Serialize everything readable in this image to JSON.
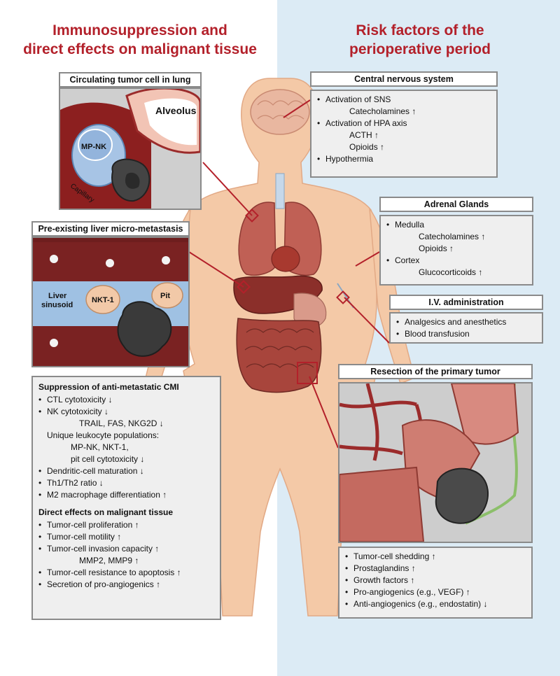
{
  "left_heading": [
    "Immunosuppression and",
    "direct effects on malignant tissue"
  ],
  "right_heading": [
    "Risk factors of the",
    "perioperative period"
  ],
  "lung_panel": {
    "title": "Circulating tumor cell in lung",
    "labels": {
      "alveolus": "Alveolus",
      "mpnk": "MP-NK",
      "capillary": "Capillary"
    }
  },
  "liver_panel": {
    "title": "Pre-existing liver micro-metastasis",
    "labels": {
      "sinusoid_1": "Liver",
      "sinusoid_2": "sinusoid",
      "nkt": "NKT-1",
      "pit": "Pit"
    }
  },
  "cmi_box": {
    "section1": "Suppression of anti-metastatic CMI",
    "items1": [
      {
        "t": "CTL cytotoxicity ↓",
        "lvl": "b"
      },
      {
        "t": "NK cytotoxicity ↓",
        "lvl": "b"
      },
      {
        "t": "TRAIL, FAS, NKG2D ↓",
        "lvl": "s3"
      },
      {
        "t": "Unique leukocyte populations:",
        "lvl": "s1"
      },
      {
        "t": "MP-NK, NKT-1,",
        "lvl": "s2"
      },
      {
        "t": "pit cell cytotoxicity ↓",
        "lvl": "s2"
      },
      {
        "t": "Dendritic-cell maturation ↓",
        "lvl": "b"
      },
      {
        "t": "Th1/Th2 ratio ↓",
        "lvl": "b"
      },
      {
        "t": "M2 macrophage differentiation ↑",
        "lvl": "b"
      }
    ],
    "section2": "Direct effects on malignant tissue",
    "items2": [
      {
        "t": "Tumor-cell proliferation ↑",
        "lvl": "b"
      },
      {
        "t": "Tumor-cell motility ↑",
        "lvl": "b"
      },
      {
        "t": "Tumor-cell invasion capacity ↑",
        "lvl": "b"
      },
      {
        "t": "MMP2, MMP9 ↑",
        "lvl": "s3"
      },
      {
        "t": "Tumor-cell resistance to apoptosis ↑",
        "lvl": "b"
      },
      {
        "t": "Secretion of pro-angiogenics ↑",
        "lvl": "b"
      }
    ]
  },
  "cns": {
    "title": "Central nervous system",
    "items": [
      {
        "t": "Activation of SNS",
        "lvl": "b"
      },
      {
        "t": "Catecholamines ↑",
        "lvl": "s2"
      },
      {
        "t": "Activation of HPA axis",
        "lvl": "b"
      },
      {
        "t": "ACTH ↑",
        "lvl": "s2"
      },
      {
        "t": "Opioids ↑",
        "lvl": "s2"
      },
      {
        "t": "Hypothermia",
        "lvl": "b"
      }
    ]
  },
  "adrenal": {
    "title": "Adrenal Glands",
    "items": [
      {
        "t": "Medulla",
        "lvl": "b"
      },
      {
        "t": "Catecholamines ↑",
        "lvl": "s2"
      },
      {
        "t": "Opioids ↑",
        "lvl": "s2"
      },
      {
        "t": "Cortex",
        "lvl": "b"
      },
      {
        "t": "Glucocorticoids ↑",
        "lvl": "s2"
      }
    ]
  },
  "iv": {
    "title": "I.V. administration",
    "items": [
      {
        "t": "Analgesics and anesthetics",
        "lvl": "b"
      },
      {
        "t": "Blood transfusion",
        "lvl": "b"
      }
    ]
  },
  "resection": {
    "title": "Resection of the primary tumor",
    "items": [
      {
        "t": "Tumor-cell shedding ↑",
        "lvl": "b"
      },
      {
        "t": "Prostaglandins ↑",
        "lvl": "b"
      },
      {
        "t": "Growth factors ↑",
        "lvl": "b"
      },
      {
        "t": "Pro-angiogenics (e.g., VEGF) ↑",
        "lvl": "b"
      },
      {
        "t": "Anti-angiogenics (e.g., endostatin) ↓",
        "lvl": "b"
      }
    ]
  },
  "colors": {
    "heading": "#b3202a",
    "right_bg": "#dcebf5",
    "skin": "#f4c9a7",
    "organ": "#9c3a33",
    "connector": "#b3202a"
  }
}
